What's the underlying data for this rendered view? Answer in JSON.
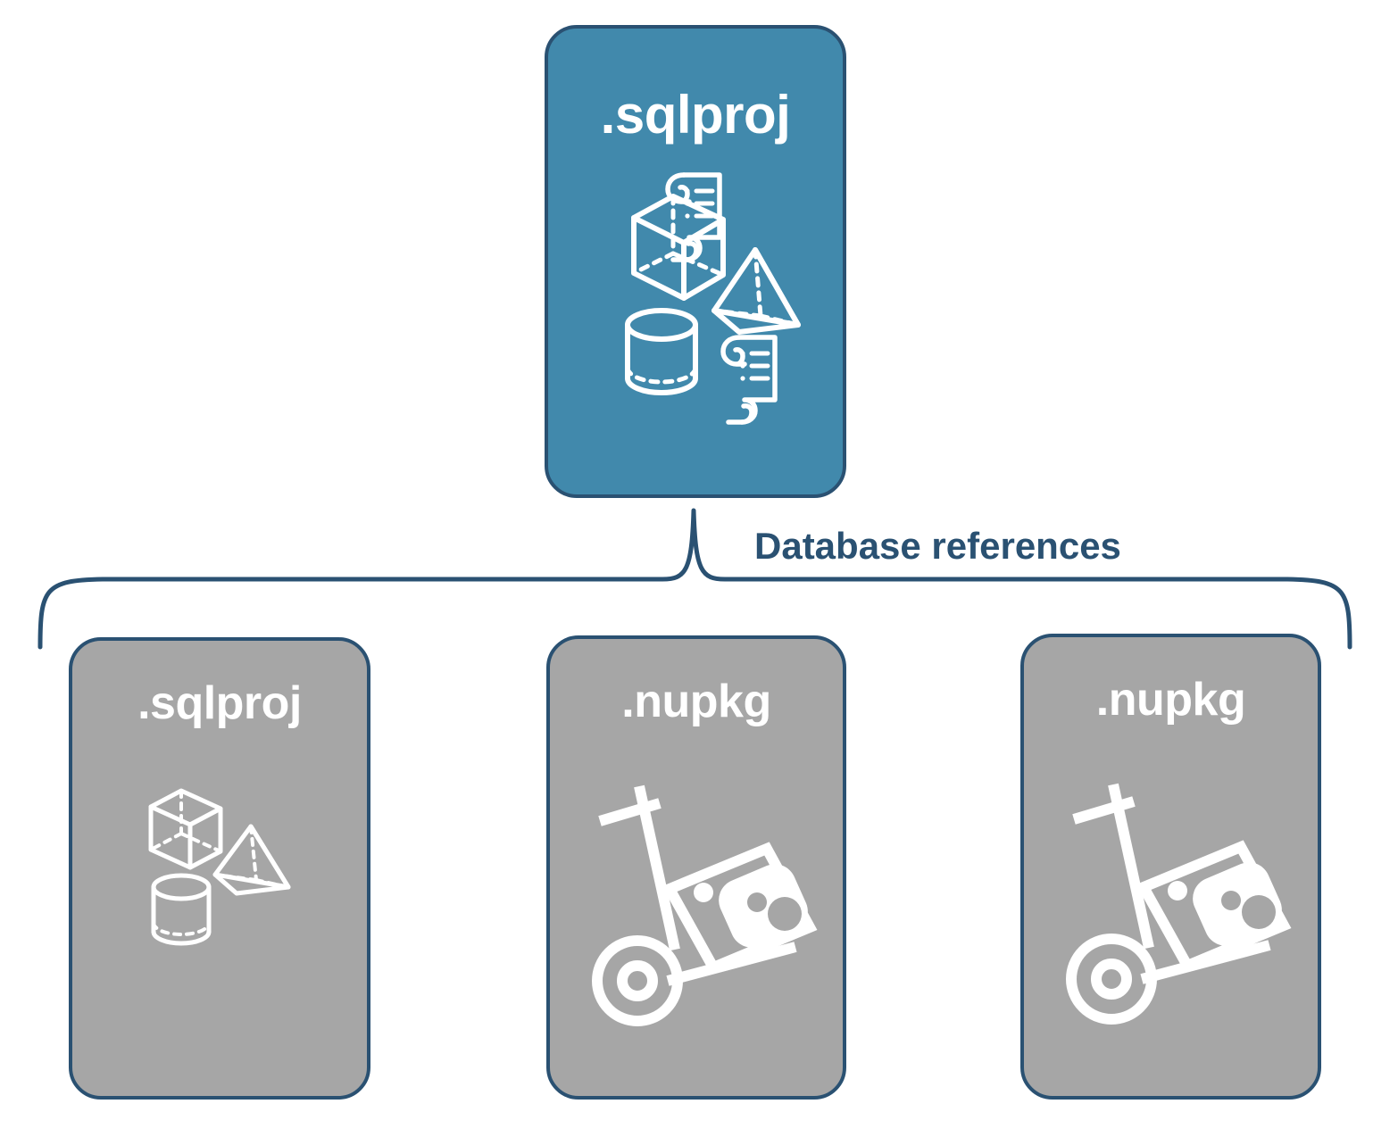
{
  "diagram": {
    "title_text": "Database references",
    "colors": {
      "primary_card_fill": "#4189ac",
      "secondary_card_fill": "#a6a6a6",
      "border": "#2a5172",
      "label_text": "#2a5172",
      "card_text": "#ffffff",
      "background": "#ffffff"
    },
    "parent": {
      "label": ".sqlproj",
      "icons": [
        "cube-icon",
        "scroll-icon",
        "pyramid-icon",
        "cylinder-icon",
        "scroll-icon"
      ]
    },
    "connector": {
      "label": "Database references",
      "type": "curly-brace"
    },
    "children": [
      {
        "label": ".sqlproj",
        "kind": "sqlproj",
        "icons": [
          "cube-icon",
          "pyramid-icon",
          "cylinder-icon"
        ]
      },
      {
        "label": ".nupkg",
        "kind": "nupkg",
        "icons": [
          "hand-truck-package-icon"
        ]
      },
      {
        "label": ".nupkg",
        "kind": "nupkg",
        "icons": [
          "hand-truck-package-icon"
        ]
      }
    ]
  }
}
